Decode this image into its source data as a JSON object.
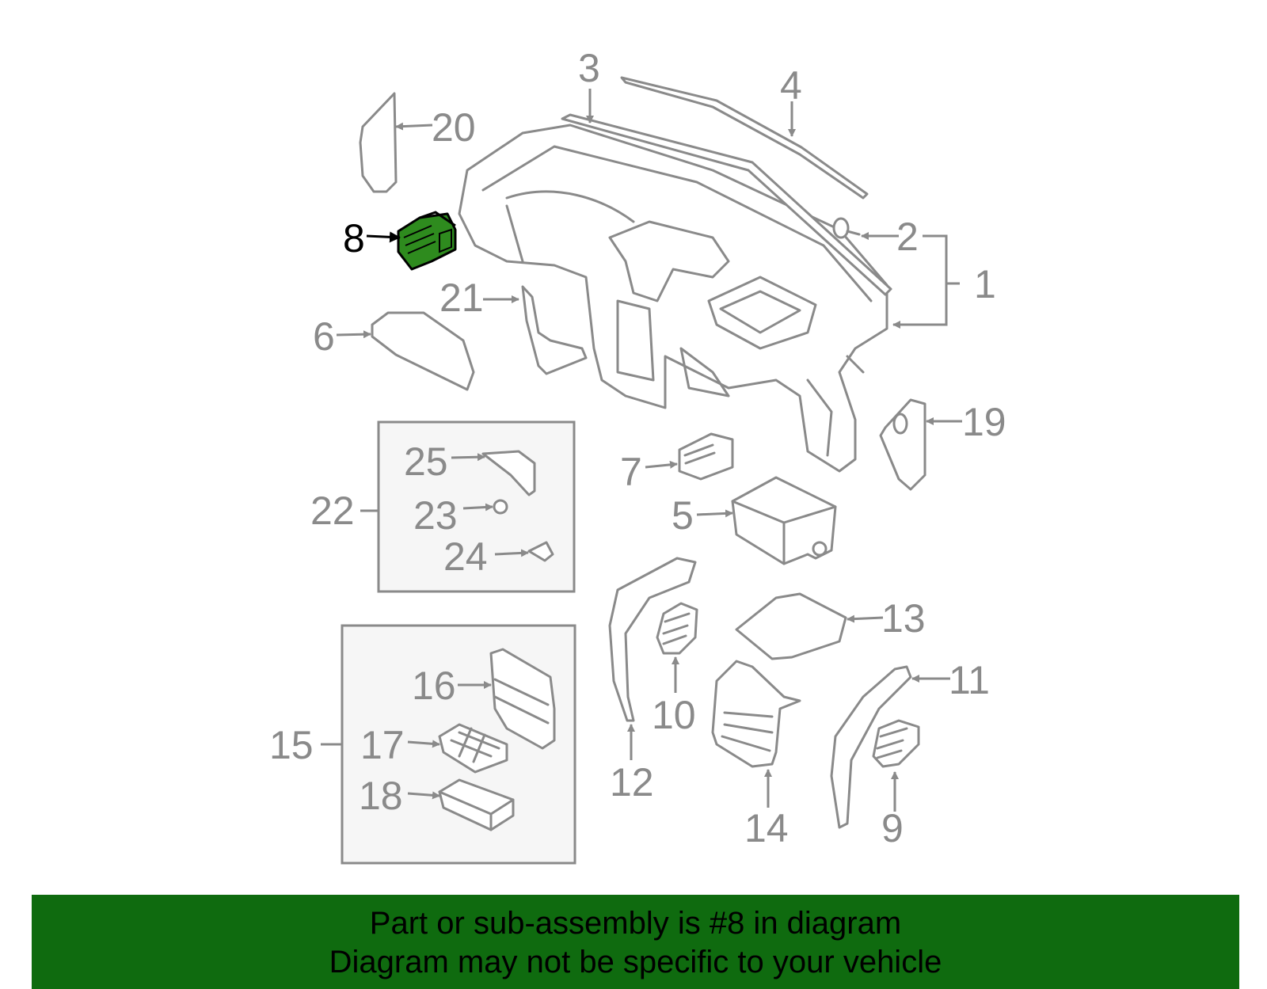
{
  "diagram": {
    "highlighted_part": "8",
    "highlight_color": "#2e8b1e",
    "labels": {
      "p1": "1",
      "p2": "2",
      "p3": "3",
      "p4": "4",
      "p5": "5",
      "p6": "6",
      "p7": "7",
      "p8": "8",
      "p9": "9",
      "p10": "10",
      "p11": "11",
      "p12": "12",
      "p13": "13",
      "p14": "14",
      "p15": "15",
      "p16": "16",
      "p17": "17",
      "p18": "18",
      "p19": "19",
      "p20": "20",
      "p21": "21",
      "p22": "22",
      "p23": "23",
      "p24": "24",
      "p25": "25"
    }
  },
  "banner": {
    "line1": "Part or sub-assembly is #8 in diagram",
    "line2": "Diagram may not be specific to your vehicle",
    "background": "#0f6b0f"
  }
}
